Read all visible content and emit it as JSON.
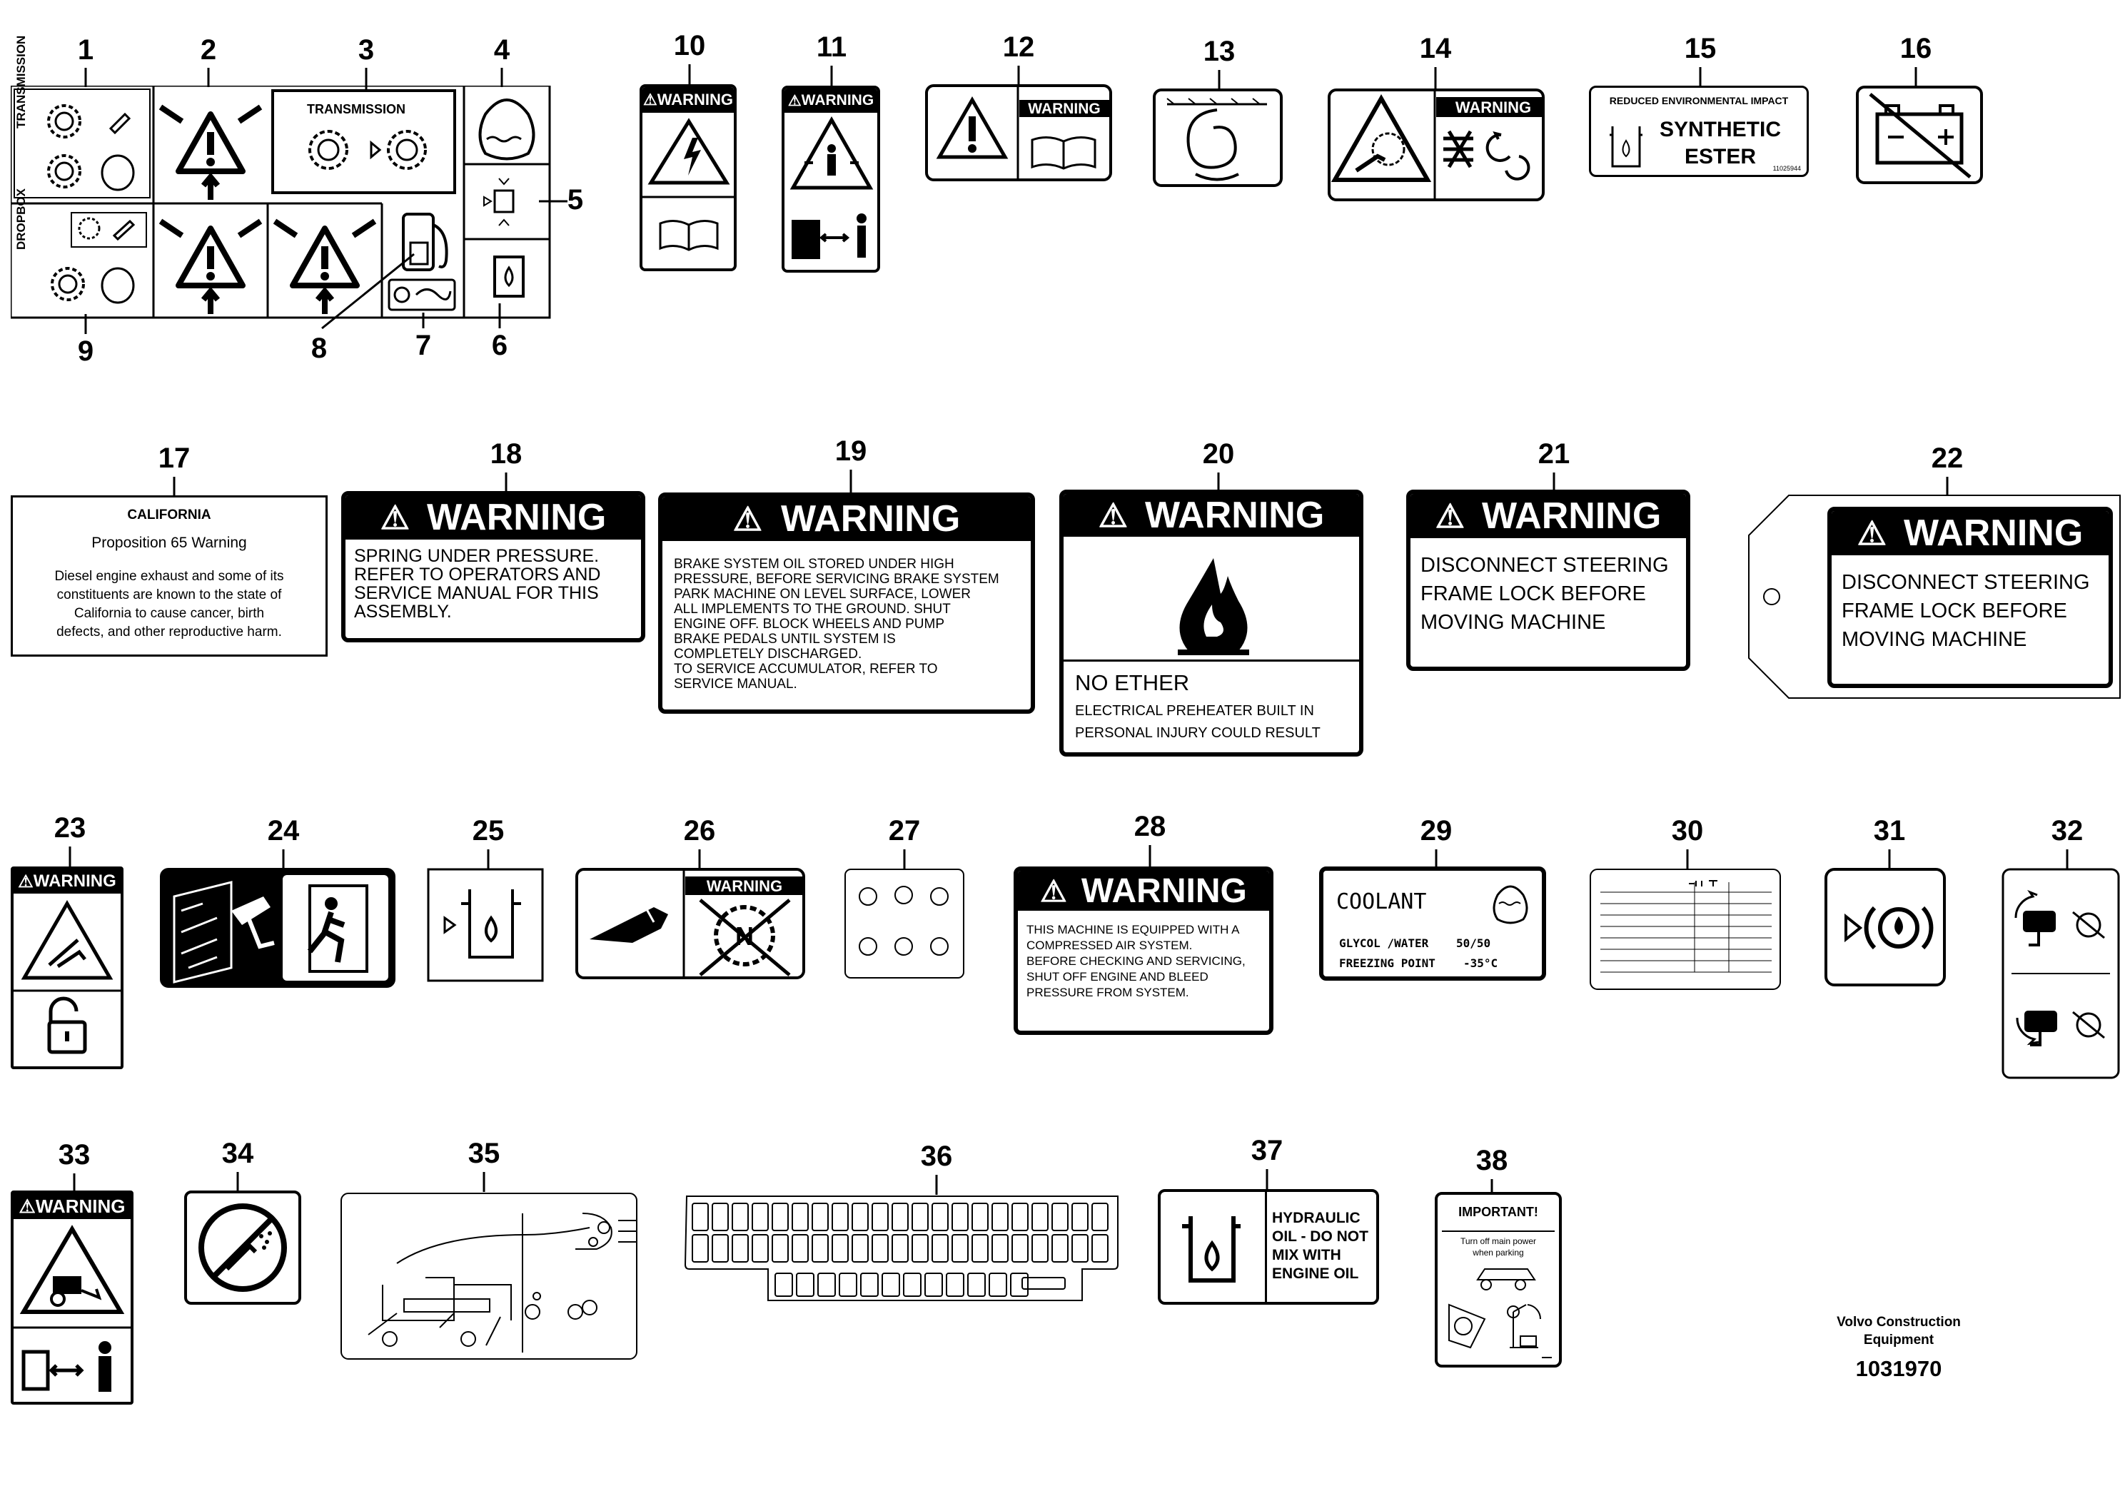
{
  "callouts": [
    "1",
    "2",
    "3",
    "4",
    "5",
    "6",
    "7",
    "8",
    "9",
    "10",
    "11",
    "12",
    "13",
    "14",
    "15",
    "16",
    "17",
    "18",
    "19",
    "20",
    "21",
    "22",
    "23",
    "24",
    "25",
    "26",
    "27",
    "28",
    "29",
    "30",
    "31",
    "32",
    "33",
    "34",
    "35",
    "36",
    "37",
    "38"
  ],
  "decal1": {
    "side_label": "TRANSMISSION"
  },
  "decal9": {
    "side_label": "DROPBOX"
  },
  "decal3": {
    "title": "TRANSMISSION"
  },
  "warning_word": "WARNING",
  "decal15": {
    "top": "REDUCED ENVIRONMENTAL IMPACT",
    "line1": "SYNTHETIC",
    "line2": "ESTER",
    "code": "11025944"
  },
  "decal17": {
    "line1": "CALIFORNIA",
    "line2": "Proposition 65 Warning",
    "body": [
      "Diesel engine exhaust and some of its",
      "constituents are known to the state of",
      "California to cause cancer, birth",
      "defects, and other reproductive harm."
    ]
  },
  "decal18": {
    "body": [
      "SPRING UNDER PRESSURE.",
      "REFER TO OPERATORS AND",
      "SERVICE MANUAL FOR THIS",
      "ASSEMBLY."
    ]
  },
  "decal19": {
    "body": [
      "BRAKE SYSTEM OIL STORED UNDER HIGH",
      "PRESSURE, BEFORE SERVICING BRAKE SYSTEM",
      "PARK MACHINE ON LEVEL SURFACE, LOWER",
      "ALL IMPLEMENTS TO THE GROUND. SHUT",
      "ENGINE OFF. BLOCK WHEELS AND PUMP",
      "BRAKE PEDALS UNTIL SYSTEM IS",
      "COMPLETELY DISCHARGED.",
      "TO SERVICE ACCUMULATOR, REFER TO",
      "SERVICE MANUAL."
    ]
  },
  "decal20": {
    "heading": "NO ETHER",
    "body": [
      "ELECTRICAL PREHEATER BUILT IN",
      "PERSONAL INJURY COULD RESULT"
    ]
  },
  "decal21": {
    "body": [
      "DISCONNECT STEERING",
      "FRAME LOCK BEFORE",
      "MOVING MACHINE"
    ]
  },
  "decal22": {
    "body": [
      "DISCONNECT STEERING",
      "FRAME LOCK BEFORE",
      "MOVING MACHINE"
    ]
  },
  "decal28": {
    "body": [
      "THIS MACHINE IS EQUIPPED WITH A",
      "COMPRESSED AIR SYSTEM.",
      "BEFORE CHECKING AND SERVICING,",
      "SHUT OFF ENGINE AND BLEED",
      "PRESSURE FROM SYSTEM."
    ]
  },
  "decal29": {
    "title": "COOLANT",
    "row1_label": "GLYCOL /WATER",
    "row1_value": "50/50",
    "row2_label": "FREEZING POINT",
    "row2_value": "-35°C"
  },
  "decal37": {
    "body": [
      "HYDRAULIC",
      "OIL - DO NOT",
      "MIX WITH",
      "ENGINE OIL"
    ]
  },
  "decal38": {
    "title": "IMPORTANT!",
    "line1": "Turn off main power",
    "line2": "when parking"
  },
  "footer": {
    "company_line1": "Volvo Construction",
    "company_line2": "Equipment",
    "drawing_number": "1031970"
  }
}
